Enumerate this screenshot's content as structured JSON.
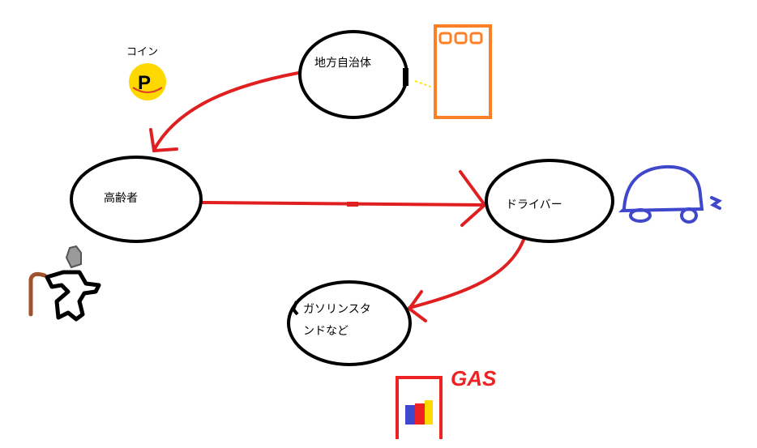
{
  "nodes": {
    "government": {
      "label": "地方自治体"
    },
    "elderly": {
      "label": "高齢者"
    },
    "driver": {
      "label": "ドライバー"
    },
    "gas_station": {
      "label_line1": "ガソリンスタ",
      "label_line2": "ンドなど"
    }
  },
  "coin": {
    "label": "コイン",
    "symbol": "P"
  },
  "gas": {
    "label": "GAS"
  },
  "colors": {
    "arrow": "#e02020",
    "node_outline": "#000000",
    "building": "#ff7f27",
    "car": "#3f48cc",
    "coin": "#ffd800",
    "elderly_cane": "#a0522d",
    "gas_pump": "#ee2222"
  },
  "icons": [
    "coin-icon",
    "building-icon",
    "car-icon",
    "elderly-person-icon",
    "gas-pump-icon"
  ]
}
